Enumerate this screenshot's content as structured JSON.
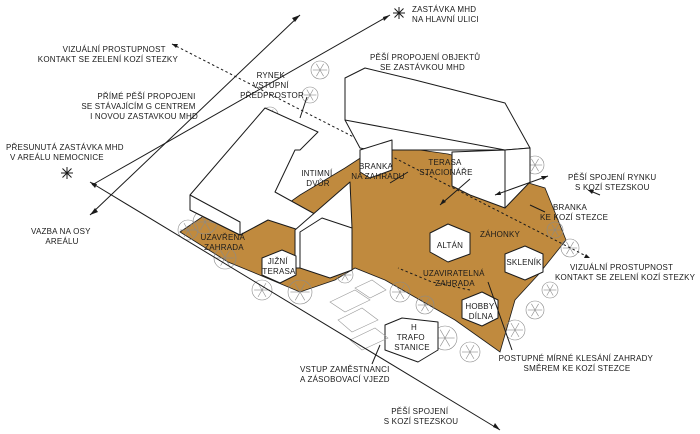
{
  "colors": {
    "garden": "#C08A3E",
    "line": "#1a1a1a",
    "volume": "#ffffff",
    "tree": "#8a8a8a"
  },
  "markers": {
    "stop_main": "asterisk",
    "stop_relocated": "asterisk"
  },
  "labels": {
    "stop_main": [
      "ZASTÁVKA MHD",
      "NA HLAVNÍ ULICI"
    ],
    "visual_top": [
      "VIZUÁLNÍ PROSTUPNOST",
      "KONTAKT SE ZELENÍ KOZÍ STEZKY"
    ],
    "pedestrian_objects": [
      "PĚŠÍ PROPOJENÍ OBJEKTŮ",
      "SE ZASTÁVKOU MHD"
    ],
    "rynek": [
      "RYNEK",
      "VSTUPNÍ",
      "PŘEDPROSTOR"
    ],
    "direct_link": [
      "PŘÍMÉ PĚŠÍ PROPOJENI",
      "SE STÁVAJÍCÍM G CENTREM",
      "I NOVOU ZASTAVKOU MHD"
    ],
    "relocated_stop": [
      "PŘESUNUTÁ ZASTÁVKA MHD",
      "V AREÁLU NEMOCNICE"
    ],
    "intimate_yard": [
      "INTIMNÍ",
      "DVŮR"
    ],
    "gate_garden": [
      "BRANKA",
      "NA ZAHRADU"
    ],
    "terrace_ward": [
      "TERASA",
      "STACIONÁŘE"
    ],
    "market_link": [
      "PĚŠÍ SPOJENÍ RYNKU",
      "S KOZÍ STEZSKOU"
    ],
    "gate_path": [
      "BRANKA",
      "KE KOZÍ STEZCE"
    ],
    "closed_garden": [
      "UZAVŘENÁ",
      "ZAHRADA"
    ],
    "south_terrace": [
      "JIŽNÍ",
      "TERASA"
    ],
    "gazebo": [
      "ALTÁN"
    ],
    "flowerbeds": [
      "ZÁHONKY"
    ],
    "greenhouse": [
      "SKLENÍK"
    ],
    "lockable_garden": [
      "UZAVIRATELNÁ",
      "ZAHRADA"
    ],
    "visual_right": [
      "VIZUÁLNÍ PROSTUPNOST",
      "KONTAKT SE ZELENÍ KOZÍ STEZKY"
    ],
    "hobby": [
      "HOBBY",
      "DÍLNA"
    ],
    "axis": [
      "VAZBA NA OSY",
      "AREÁLU"
    ],
    "transformer": [
      "TRAFO",
      "STANICE"
    ],
    "transformer_symbol": "H",
    "staff_entry": [
      "VSTUP ZAMĚSTNANCI",
      "A ZÁSOBOVACÍ VJEZD"
    ],
    "slope": [
      "POSTUPNÉ MÍRNÉ KLESÁNÍ ZAHRADY",
      "SMĚREM KE KOZÍ STEZCE"
    ],
    "pedestrian_bottom": [
      "PĚŠÍ SPOJENÍ",
      "S KOZÍ STEZSKOU"
    ]
  }
}
